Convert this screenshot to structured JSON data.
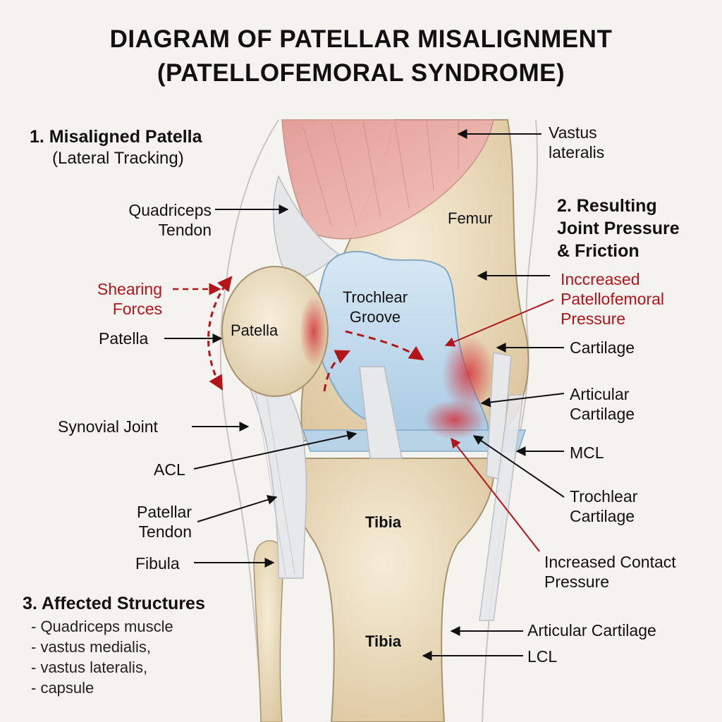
{
  "title": {
    "line1": "DIAGRAM OF PATELLAR MISALIGNMENT",
    "line2": "(PATELLOFEMORAL SYNDROME)"
  },
  "section1": {
    "heading": "1. Misaligned Patella",
    "subheading": "(Lateral Tracking)"
  },
  "section2": {
    "line1": "2. Resulting",
    "line2": "Joint Pressure",
    "line3": "& Friction"
  },
  "section3": {
    "heading": "3. Affected Structures",
    "items": [
      "- Quadriceps muscle",
      "- vastus medialis,",
      "- vastus lateralis,",
      "- capsule"
    ]
  },
  "labels": {
    "vastus_lateralis": [
      "Vastus",
      "lateralis"
    ],
    "quadriceps_tendon": [
      "Quadriceps",
      "Tendon"
    ],
    "shearing_forces": [
      "Shearing",
      "Forces"
    ],
    "patella_left": "Patella",
    "synovial_joint": "Synovial Joint",
    "acl": "ACL",
    "patellar_tendon": [
      "Patellar",
      "Tendon"
    ],
    "fibula": "Fibula",
    "femur": "Femur",
    "trochlear_groove": [
      "Trochlear",
      "Groove"
    ],
    "patella_inner": "Patella",
    "tibia_upper": "Tibia",
    "tibia_lower": "Tibia",
    "increased_pf_pressure": [
      "Inccreased",
      "Patellofemoral",
      "Pressure"
    ],
    "cartilage": "Cartilage",
    "articular_cartilage_upper": [
      "Articular",
      "Cartilage"
    ],
    "mcl": "MCL",
    "trochlear_cartilage": [
      "Trochlear",
      "Cartilage"
    ],
    "increased_contact_pressure": [
      "Increased Contact",
      "Pressure"
    ],
    "articular_cartilage_lower": "Articular Cartilage",
    "lcl": "LCL"
  },
  "colors": {
    "muscle": "#e7a9a3",
    "bone": "#efe1c3",
    "cartilage": "#c9dfee",
    "tendon": "#e6e8ea",
    "accent_red": "#b3151b"
  }
}
